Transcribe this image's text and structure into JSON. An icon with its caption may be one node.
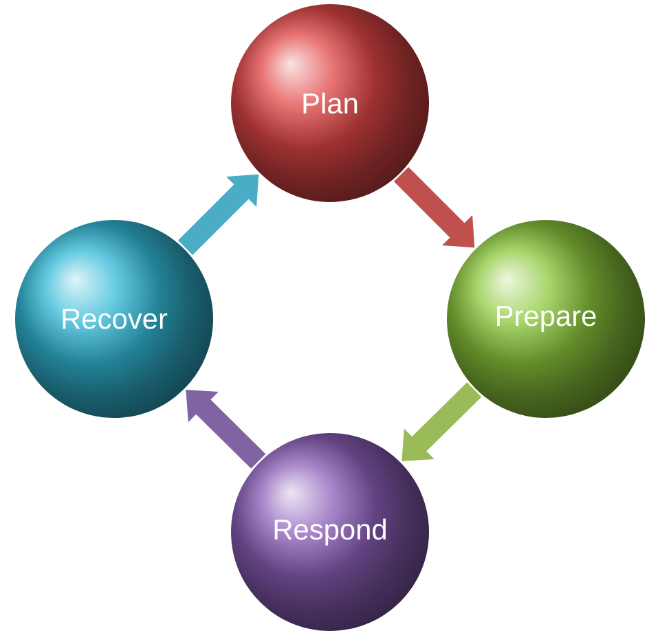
{
  "diagram": {
    "nodes": [
      {
        "text": [
          "Plan"
        ]
      },
      {
        "text": [
          "Prepare"
        ]
      },
      {
        "text": [
          "Respond"
        ]
      },
      {
        "text": [
          "Recover"
        ]
      }
    ],
    "edges": [
      {
        "from": 0,
        "to": 1,
        "arrow": "to",
        "color": "#c0504d"
      },
      {
        "from": 1,
        "to": 2,
        "arrow": "to",
        "color": "#9bbb59"
      },
      {
        "from": 2,
        "to": 3,
        "arrow": "to",
        "color": "#8064a2"
      },
      {
        "from": 3,
        "to": 0,
        "arrow": "to",
        "color": "#4bacc6"
      }
    ]
  }
}
